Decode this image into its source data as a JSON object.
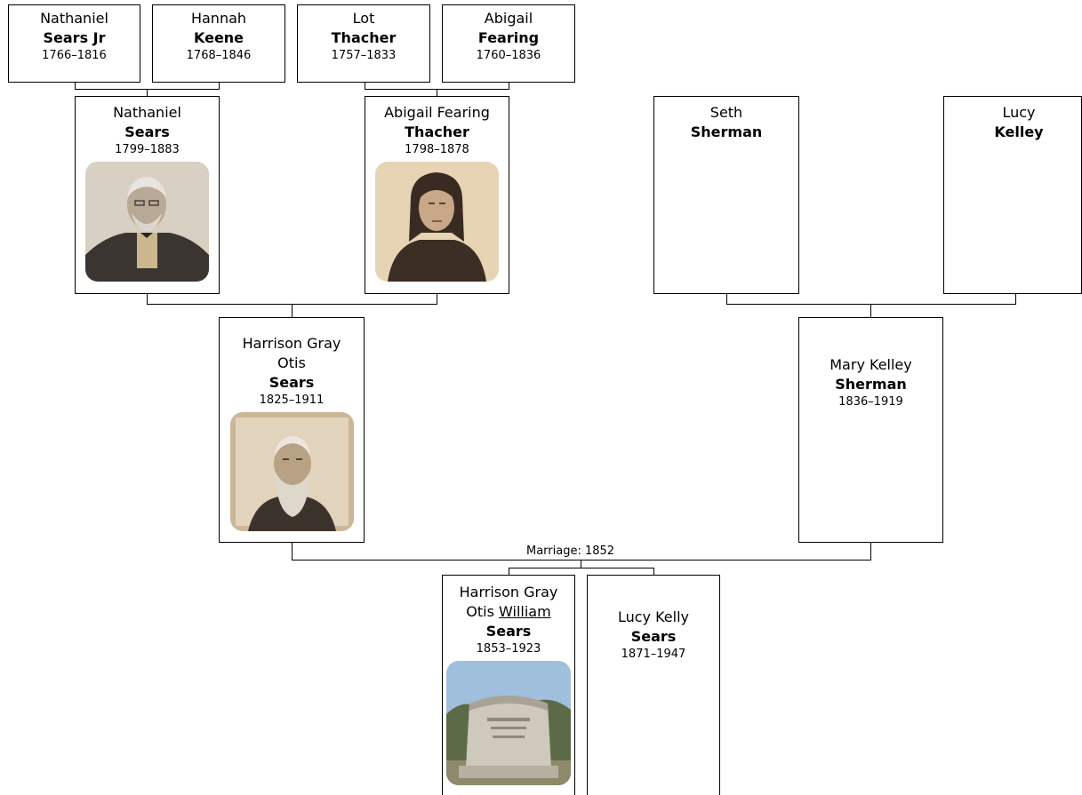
{
  "people": {
    "nathaniel_jr": {
      "given": "Nathaniel",
      "surname": "Sears Jr",
      "dates": "1766–1816"
    },
    "hannah": {
      "given": "Hannah",
      "surname": "Keene",
      "dates": "1768–1846"
    },
    "lot": {
      "given": "Lot",
      "surname": "Thacher",
      "dates": "1757–1833"
    },
    "abigail_f": {
      "given": "Abigail",
      "surname": "Fearing",
      "dates": "1760–1836"
    },
    "nathaniel": {
      "given": "Nathaniel",
      "surname": "Sears",
      "dates": "1799–1883"
    },
    "abigail_t": {
      "given": "Abigail Fearing",
      "surname": "Thacher",
      "dates": "1798–1878"
    },
    "seth": {
      "given": "Seth",
      "surname": "Sherman"
    },
    "lucy_k": {
      "given": "Lucy",
      "surname": "Kelley"
    },
    "hgo": {
      "given_line1": "Harrison Gray",
      "given_line2": "Otis",
      "surname": "Sears",
      "dates": "1825–1911"
    },
    "mary": {
      "given": "Mary Kelley",
      "surname": "Sherman",
      "dates": "1836–1919"
    },
    "hgow": {
      "given_line1": "Harrison Gray",
      "given_line2a": "Otis",
      "given_line2b": "William",
      "surname": "Sears",
      "dates": "1853–1923"
    },
    "lucy_s": {
      "given": "Lucy Kelly",
      "surname": "Sears",
      "dates": "1871–1947"
    }
  },
  "marriage_label": "Marriage: 1852",
  "photo_icons": [
    "portrait-nathaniel-sears-icon",
    "portrait-abigail-thacher-icon",
    "portrait-harrison-gray-otis-sears-icon",
    "gravestone-icon"
  ],
  "colors": {
    "border": "#000000",
    "background": "#ffffff",
    "sepia": "#b79f7f"
  }
}
